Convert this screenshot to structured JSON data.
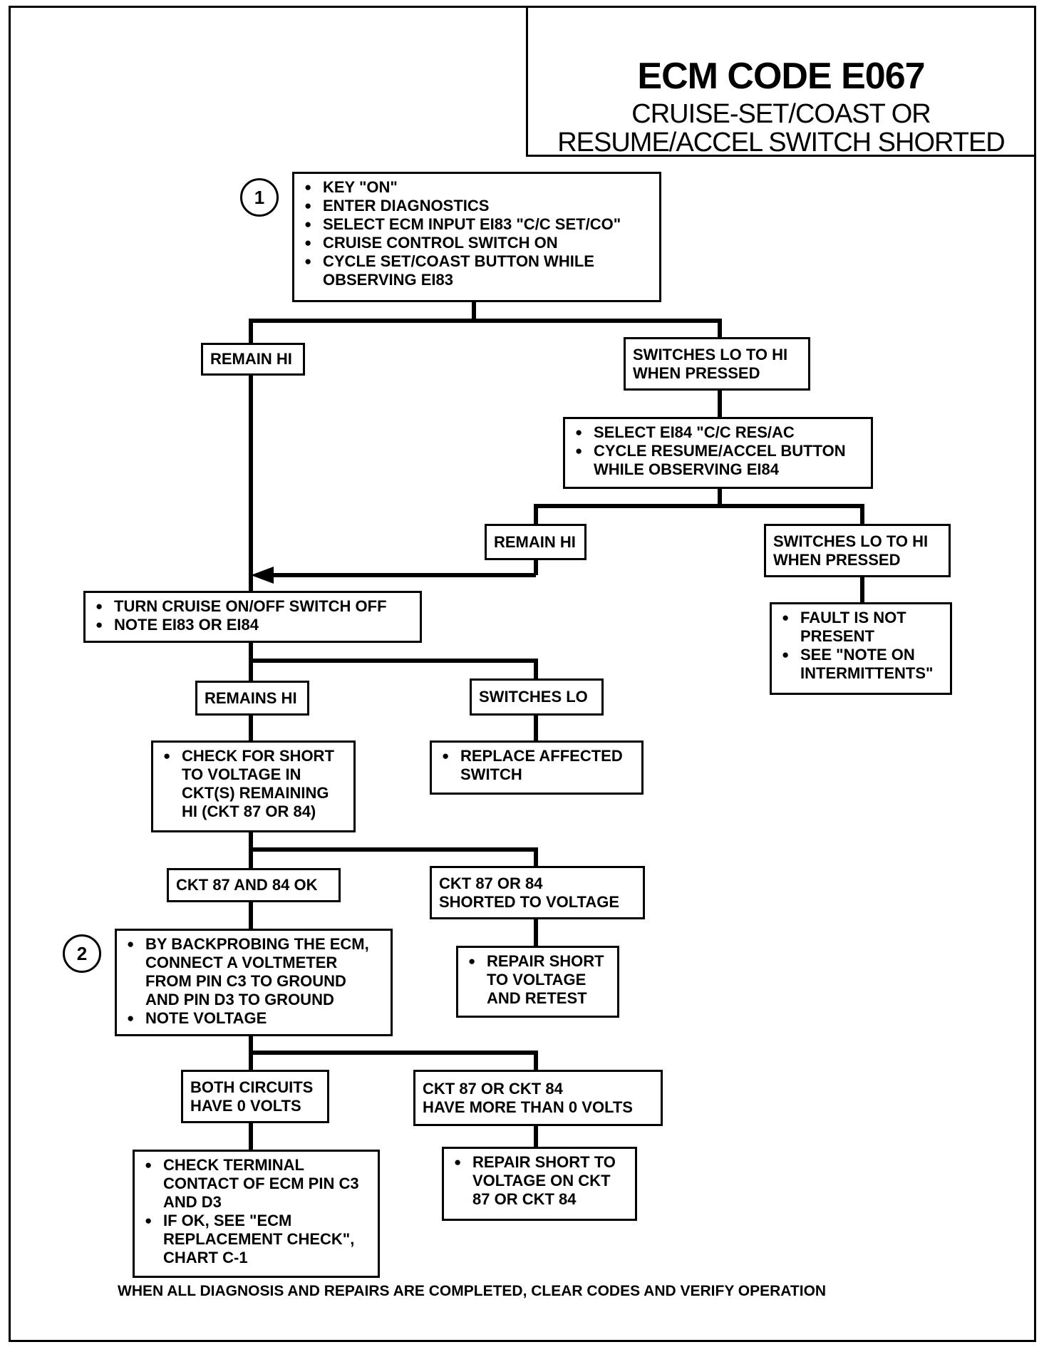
{
  "title": {
    "main": "ECM CODE E067",
    "line1": "CRUISE-SET/COAST OR",
    "line2": "RESUME/ACCEL SWITCH SHORTED"
  },
  "steps": {
    "step1": "1",
    "step2": "2"
  },
  "boxes": {
    "start": [
      "KEY \"ON\"",
      "ENTER DIAGNOSTICS",
      "SELECT ECM INPUT EI83 \"C/C SET/CO\"",
      "CRUISE CONTROL SWITCH ON",
      "CYCLE SET/COAST BUTTON WHILE OBSERVING EI83"
    ],
    "remain_hi_1": "REMAIN HI",
    "switches_lo_hi_1": "SWITCHES LO TO HI\nWHEN PRESSED",
    "select_ei84": [
      "SELECT EI84 \"C/C RES/AC",
      "CYCLE RESUME/ACCEL BUTTON WHILE OBSERVING EI84"
    ],
    "remain_hi_2": "REMAIN HI",
    "switches_lo_hi_2": "SWITCHES LO TO HI\nWHEN PRESSED",
    "fault_not_present": [
      "FAULT IS NOT PRESENT",
      "SEE \"NOTE ON INTERMITTENTS\""
    ],
    "turn_cruise_off": [
      "TURN CRUISE ON/OFF SWITCH OFF",
      "NOTE EI83 OR EI84"
    ],
    "remains_hi": "REMAINS HI",
    "switches_lo": "SWITCHES LO",
    "replace_switch": [
      "REPLACE AFFECTED SWITCH"
    ],
    "check_short": [
      "CHECK FOR SHORT TO VOLTAGE IN CKT(S) REMAINING HI (CKT 87 OR 84)"
    ],
    "ckt_ok": "CKT 87 AND 84 OK",
    "ckt_shorted": "CKT 87 OR 84\nSHORTED TO VOLTAGE",
    "repair_short_retest": [
      "REPAIR SHORT TO VOLTAGE AND RETEST"
    ],
    "backprobe": [
      "BY BACKPROBING THE ECM, CONNECT A VOLTMETER FROM PIN C3 TO GROUND AND PIN D3 TO GROUND",
      "NOTE VOLTAGE"
    ],
    "both_zero": "BOTH CIRCUITS\nHAVE 0 VOLTS",
    "more_than_zero": "CKT 87 OR CKT 84\nHAVE MORE THAN 0 VOLTS",
    "check_terminal": [
      "CHECK TERMINAL CONTACT OF ECM PIN C3 AND D3",
      "IF OK, SEE \"ECM REPLACEMENT CHECK\", CHART C-1"
    ],
    "repair_short_ckt": [
      "REPAIR SHORT TO VOLTAGE ON CKT 87 OR CKT 84"
    ]
  },
  "footer": "WHEN ALL DIAGNOSIS AND REPAIRS ARE COMPLETED, CLEAR CODES AND VERIFY OPERATION"
}
